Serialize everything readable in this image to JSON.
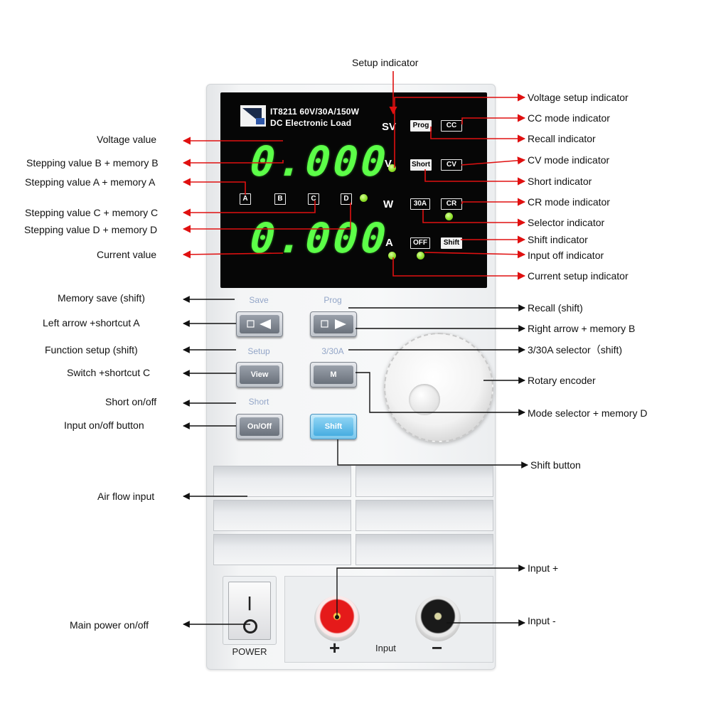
{
  "callouts": {
    "setup_indicator": "Setup indicator",
    "voltage_setup_indicator": "Voltage setup indicator",
    "cc_mode_indicator": "CC mode indicator",
    "recall_indicator": "Recall  indicator",
    "cv_mode_indicator": "CV mode indicator",
    "short_indicator": "Short  indicator",
    "cr_mode_indicator": "CR mode indicator",
    "selector_indicator": "Selector indicator",
    "shift_indicator": "Shift  indicator",
    "input_off_indicator": "Input  off indicator",
    "current_setup_indicator": "Current  setup indicator",
    "voltage_value": "Voltage value",
    "stepping_b": "Stepping value B + memory B",
    "stepping_a": "Stepping value A + memory  A",
    "stepping_c": "Stepping value C + memory C",
    "stepping_d": "Stepping value D + memory D",
    "current_value": "Current value",
    "memory_save": "Memory save (shift)",
    "left_arrow": "Left arrow +shortcut A",
    "function_setup": "Function setup (shift)",
    "switch_shortcut_c": "Switch +shortcut C",
    "short_onoff": "Short on/off",
    "input_onoff_button": "Input  on/off button",
    "recall_shift": "Recall (shift)",
    "right_arrow": "Right arrow + memory B",
    "selector_3_30a": "3/30A selector（shift)",
    "rotary_encoder": "Rotary encoder",
    "mode_selector": "Mode  selector + memory D",
    "shift_button": "Shift button",
    "air_flow_input": "Air flow input",
    "input_plus": "Input  +",
    "main_power": "Main power on/off",
    "input_minus": "Input -"
  },
  "display": {
    "model_line": "IT8211 60V/30A/150W",
    "product_line": "DC Electronic Load",
    "voltage_reading": "0.000",
    "current_reading": "0.000",
    "unit_sv": "SV",
    "unit_v": "V",
    "unit_w": "W",
    "unit_a": "A",
    "memory_a": "A",
    "memory_b": "B",
    "memory_c": "C",
    "memory_d": "D",
    "ind_prog": "Prog",
    "ind_short": "Short",
    "ind_30a": "30A",
    "ind_off": "OFF",
    "mode_cc": "CC",
    "mode_cv": "CV",
    "mode_cr": "CR",
    "ind_shift": "Shift"
  },
  "keys": {
    "save_label": "Save",
    "prog_label": "Prog",
    "setup_label": "Setup",
    "range_label": "3/30A",
    "short_label": "Short",
    "view_key": "View",
    "mode_key": "M",
    "onoff_key": "On/Off",
    "shift_key": "Shift"
  },
  "front": {
    "power_label": "POWER",
    "rocker_on": "|",
    "input_label": "Input",
    "plus_sign": "+",
    "minus_sign": "−"
  },
  "colors": {
    "arrow": "#e01010",
    "segment": "#5cff48"
  }
}
